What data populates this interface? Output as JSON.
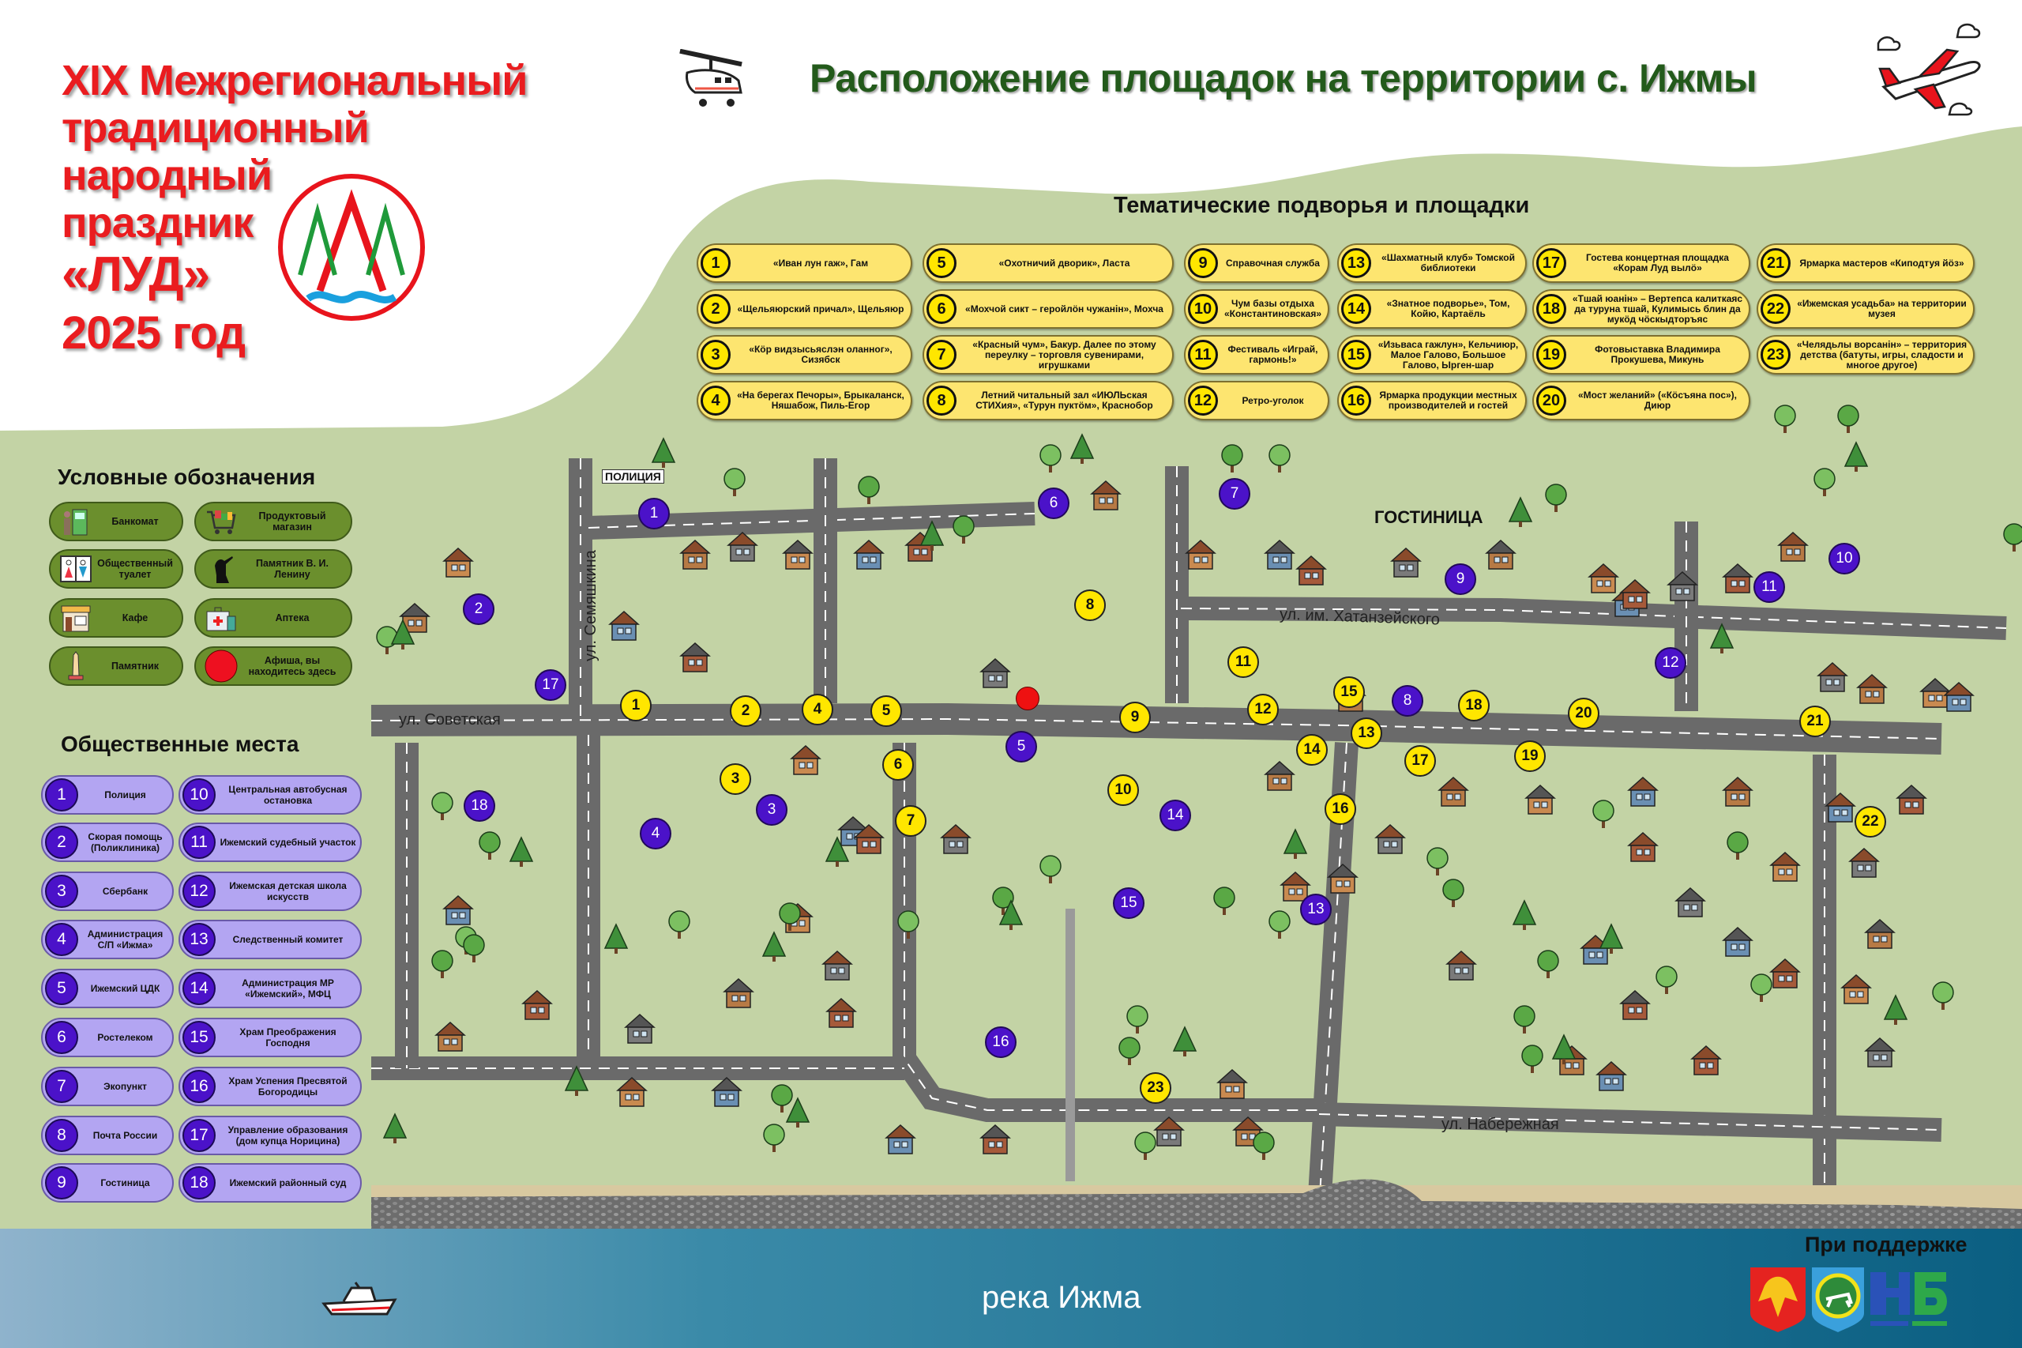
{
  "title": {
    "lines": [
      "XIX Межрегиональный",
      "традиционный",
      "народный",
      "праздник",
      "«ЛУД»",
      "2025 год"
    ]
  },
  "heading": "Расположение площадок на территории с. Ижмы",
  "thematic": {
    "title": "Тематические подворья и площадки",
    "items": [
      {
        "num": "1",
        "text": "«Иван лун гаж», Гам"
      },
      {
        "num": "2",
        "text": "«Щельяюрский причал», Щельяюр"
      },
      {
        "num": "3",
        "text": "«Кöр видзысьяслэн оланног», Сизябск"
      },
      {
        "num": "4",
        "text": "«На берегах Печоры», Брыкаланск, Няшабож, Пиль-Егор"
      },
      {
        "num": "5",
        "text": "«Охотничий дворик», Ласта"
      },
      {
        "num": "6",
        "text": "«Мохчой сикт – геройлöн чужанiн», Мохча"
      },
      {
        "num": "7",
        "text": "«Красный чум», Бакур. Далее по этому переулку – торговля сувенирами, игрушками"
      },
      {
        "num": "8",
        "text": "Летний читальный зал «ИЮЛЬская СТИХия», «Турун пуктöм», Краснобор"
      },
      {
        "num": "9",
        "text": "Справочная служба"
      },
      {
        "num": "10",
        "text": "Чум базы отдыха «Константиновская»"
      },
      {
        "num": "11",
        "text": "Фестиваль «Играй, гармонь!»"
      },
      {
        "num": "12",
        "text": "Ретро-уголок"
      },
      {
        "num": "13",
        "text": "«Шахматный клуб» Томской библиотеки"
      },
      {
        "num": "14",
        "text": "«Знатное подворье», Том, Койю, Картаёль"
      },
      {
        "num": "15",
        "text": "«Изьваса гажлун», Кельчиюр, Малое Галово, Большое Галово, Ырген-шар"
      },
      {
        "num": "16",
        "text": "Ярмарка продукции местных производителей и гостей"
      },
      {
        "num": "17",
        "text": "Гостева концертная площадка «Корам Луд вылö»"
      },
      {
        "num": "18",
        "text": "«Тшай юанiн» – Вертепса калиткаяс да туруна тшай, Кулимысь блин да мукöд чöскыдторъяс"
      },
      {
        "num": "19",
        "text": "Фотовыставка Владимира Прокушева, Микунь"
      },
      {
        "num": "20",
        "text": "«Мост желаний» («Кöсъяна пос»), Диюр"
      },
      {
        "num": "21",
        "text": "Ярмарка мастеров «Киподтуя йöз»"
      },
      {
        "num": "22",
        "text": "«Ижемская усадьба» на территории музея"
      },
      {
        "num": "23",
        "text": "«Челядьлы ворсанiн» – территория детства (батуты, игры, сладости и многое другое)"
      }
    ]
  },
  "legend": {
    "title": "Условные обозначения",
    "items": [
      {
        "icon": "atm-icon",
        "text": "Банкомат"
      },
      {
        "icon": "grocery-cart-icon",
        "text": "Продуктовый магазин"
      },
      {
        "icon": "toilet-icon",
        "text": "Общественный туалет"
      },
      {
        "icon": "lenin-monument-icon",
        "text": "Памятник В. И. Ленину"
      },
      {
        "icon": "cafe-icon",
        "text": "Кафе"
      },
      {
        "icon": "pharmacy-icon",
        "text": "Аптека"
      },
      {
        "icon": "monument-icon",
        "text": "Памятник"
      },
      {
        "icon": "you-are-here-icon",
        "text": "Афиша, вы находитесь здесь"
      }
    ]
  },
  "public_places": {
    "title": "Общественные места",
    "items": [
      {
        "num": "1",
        "text": "Полиция"
      },
      {
        "num": "2",
        "text": "Скорая помощь (Поликлиника)"
      },
      {
        "num": "3",
        "text": "Сбербанк"
      },
      {
        "num": "4",
        "text": "Администрация С/П «Ижма»"
      },
      {
        "num": "5",
        "text": "Ижемский ЦДК"
      },
      {
        "num": "6",
        "text": "Ростелеком"
      },
      {
        "num": "7",
        "text": "Экопункт"
      },
      {
        "num": "8",
        "text": "Почта России"
      },
      {
        "num": "9",
        "text": "Гостиница"
      },
      {
        "num": "10",
        "text": "Центральная автобусная остановка"
      },
      {
        "num": "11",
        "text": "Ижемский судебный участок"
      },
      {
        "num": "12",
        "text": "Ижемская детская школа искусств"
      },
      {
        "num": "13",
        "text": "Следственный комитет"
      },
      {
        "num": "14",
        "text": "Администрация МР «Ижемский», МФЦ"
      },
      {
        "num": "15",
        "text": "Храм Преображения Господня"
      },
      {
        "num": "16",
        "text": "Храм Успения Пресвятой Богородицы"
      },
      {
        "num": "17",
        "text": "Управление образования (дом купца Норицина)"
      },
      {
        "num": "18",
        "text": "Ижемский районный суд"
      }
    ]
  },
  "map": {
    "streets": {
      "sovetskaya": "ул. Советская",
      "semyashkina": "ул. Семяшкина",
      "khatanzeyskogo": "ул. им. Хатанзейского",
      "naberezhnaya": "ул. Набережная"
    },
    "signs": {
      "police": "ПОЛИЦИЯ",
      "hotel": "ГОСТИНИЦА"
    },
    "river": "река Ижма"
  },
  "support": {
    "title": "При поддержке",
    "logos": [
      "Герб Республики Коми",
      "Герб Ижемского района",
      "НБ НАРОДНЫЙ БЮДЖЕТ"
    ]
  },
  "colors": {
    "title_red": "#ea1c1f",
    "heading_green": "#235a1b",
    "background_green": "#c3d3a5",
    "thematic_yellow": "#fde570",
    "public_purple": "#b3a5f2",
    "marker_purple": "#4b12c9",
    "legend_green": "#6b8f2d",
    "road_grey": "#6b6b6b",
    "river_blue": "#0e6a8a"
  }
}
